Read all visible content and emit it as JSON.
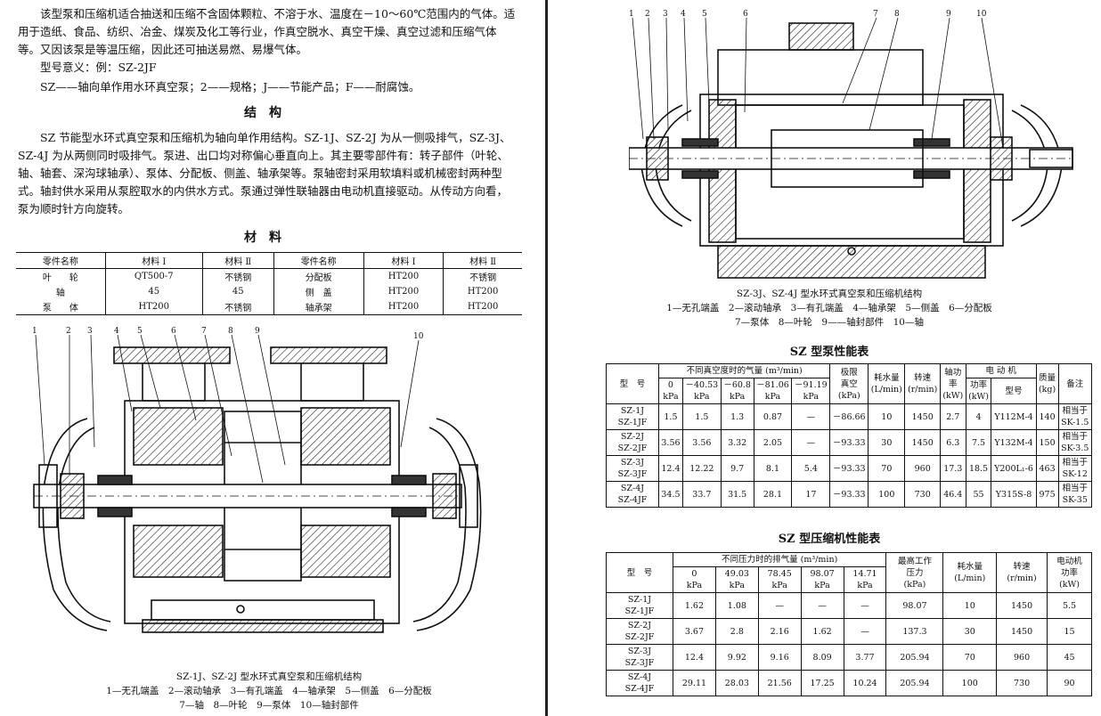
{
  "left": {
    "intro_para": "该型泵和压缩机适合抽送和压缩不含固体颗粒、不溶于水、温度在－10～60℃范围内的气体。适用于造纸、食品、纺织、冶金、煤炭及化工等行业，作真空脱水、真空干燥、真空过滤和压缩气体等。又因该泵是等温压缩，因此还可抽送易燃、易爆气体。",
    "model_example": "型号意义：例：SZ-2JF",
    "model_meaning": "SZ——轴向单作用水环真空泵；2——规格；J——节能产品；F——耐腐蚀。",
    "structure_heading": "结构",
    "structure_para": "SZ 节能型水环式真空泵和压缩机为轴向单作用结构。SZ-1J、SZ-2J 为从一侧吸排气，SZ-3J、SZ-4J 为从两侧同时吸排气。泵进、出口均对称偏心垂直向上。其主要零部件有：转子部件（叶轮、轴、轴套、深沟球轴承）、泵体、分配板、侧盖、轴承架等。泵轴密封采用软填料或机械密封两种型式。轴封供水采用从泵腔取水的内供水方式。泵通过弹性联轴器由电动机直接驱动。从传动方向看，泵为顺时针方向旋转。",
    "materials_heading": "材料",
    "materials_table": {
      "headers": [
        "零件名称",
        "材料 I",
        "材料 Ⅱ",
        "零件名称",
        "材料 I",
        "材料 Ⅱ"
      ],
      "rows": [
        [
          "叶　　轮",
          "QT500-7",
          "不锈钢",
          "分配板",
          "HT200",
          "不锈钢"
        ],
        [
          "轴",
          "45",
          "45",
          "侧　盖",
          "HT200",
          "HT200"
        ],
        [
          "泵　　体",
          "HT200",
          "不锈钢",
          "轴承架",
          "HT200",
          "HT200"
        ]
      ]
    },
    "figure": {
      "labels": [
        "1",
        "2",
        "3",
        "4",
        "5",
        "6",
        "7",
        "8",
        "9",
        "10"
      ],
      "caption_title": "SZ-1J、SZ-2J 型水环式真空泵和压缩机结构",
      "legend_line1": "1—无孔端盖　2—滚动轴承　3—有孔端盖　4—轴承架　5—侧盖　6—分配板",
      "legend_line2": "7—轴　8—叶轮　9—泵体　10—轴封部件"
    }
  },
  "right": {
    "figure": {
      "labels": [
        "1",
        "2",
        "3",
        "4",
        "5",
        "6",
        "7",
        "8",
        "9",
        "10"
      ],
      "caption_title": "SZ-3J、SZ-4J 型水环式真空泵和压缩机结构",
      "legend_line1": "1—无孔端盖　2—滚动轴承　3—有孔端盖　4—轴承架　5—侧盖　6—分配板",
      "legend_line2": "7—泵体　8—叶轮　9——轴封部件　10—轴"
    },
    "pump_table": {
      "title": "SZ 型泵性能表",
      "h_model": "型　号",
      "h_group": "不同真空度时的气量 (m³/min)",
      "vac_top": [
        "0",
        "－40.53",
        "－60.8",
        "－81.06",
        "－91.19"
      ],
      "vac_bot": [
        "kPa",
        "kPa",
        "kPa",
        "kPa",
        "kPa"
      ],
      "h_limit": [
        "极限",
        "真空",
        "(kPa)"
      ],
      "h_water": [
        "耗水量",
        "(L/min)"
      ],
      "h_speed": [
        "转速",
        "(r/min)"
      ],
      "h_shaft": [
        "轴功",
        "率",
        "(kW)"
      ],
      "h_motor": "电 动 机",
      "h_motor_power": [
        "功率",
        "(kW)"
      ],
      "h_motor_type": "型号",
      "h_mass": [
        "质量",
        "(kg)"
      ],
      "h_note": "备注",
      "rows": [
        {
          "model": [
            "SZ-1J",
            "SZ-1JF"
          ],
          "vals": [
            "1.5",
            "1.5",
            "1.3",
            "0.87",
            "—"
          ],
          "limit": "－86.66",
          "water": "10",
          "speed": "1450",
          "shaft": "2.7",
          "mp": "4",
          "mt": "Y112M-4",
          "mass": "140",
          "note": [
            "相当于",
            "SK-1.5"
          ]
        },
        {
          "model": [
            "SZ-2J",
            "SZ-2JF"
          ],
          "vals": [
            "3.56",
            "3.56",
            "3.32",
            "2.05",
            "—"
          ],
          "limit": "－93.33",
          "water": "30",
          "speed": "1450",
          "shaft": "6.3",
          "mp": "7.5",
          "mt": "Y132M-4",
          "mass": "150",
          "note": [
            "相当于",
            "SK-3.5"
          ]
        },
        {
          "model": [
            "SZ-3J",
            "SZ-3JF"
          ],
          "vals": [
            "12.4",
            "12.22",
            "9.7",
            "8.1",
            "5.4"
          ],
          "limit": "－93.33",
          "water": "70",
          "speed": "960",
          "shaft": "17.3",
          "mp": "18.5",
          "mt": "Y200L₁-6",
          "mass": "463",
          "note": [
            "相当于",
            "SK-12"
          ]
        },
        {
          "model": [
            "SZ-4J",
            "SZ-4JF"
          ],
          "vals": [
            "34.5",
            "33.7",
            "31.5",
            "28.1",
            "17"
          ],
          "limit": "－93.33",
          "water": "100",
          "speed": "730",
          "shaft": "46.4",
          "mp": "55",
          "mt": "Y315S-8",
          "mass": "975",
          "note": [
            "相当于",
            "SK-35"
          ]
        }
      ]
    },
    "comp_table": {
      "title": "SZ 型压缩机性能表",
      "h_model": "型　号",
      "h_group": "不同压力时的排气量 (m³/min)",
      "p_top": [
        "0",
        "49.03",
        "78.45",
        "98.07",
        "14.71"
      ],
      "p_bot": [
        "kPa",
        "kPa",
        "kPa",
        "kPa",
        "kPa"
      ],
      "h_max": [
        "最高工作",
        "压力",
        "(kPa)"
      ],
      "h_water": [
        "耗水量",
        "(L/min)"
      ],
      "h_speed": [
        "转速",
        "(r/min)"
      ],
      "h_power": [
        "电动机",
        "功率",
        "(kW)"
      ],
      "rows": [
        {
          "model": [
            "SZ-1J",
            "SZ-1JF"
          ],
          "vals": [
            "1.62",
            "1.08",
            "—",
            "—",
            "—"
          ],
          "max": "98.07",
          "water": "10",
          "speed": "1450",
          "power": "5.5"
        },
        {
          "model": [
            "SZ-2J",
            "SZ-2JF"
          ],
          "vals": [
            "3.67",
            "2.8",
            "2.16",
            "1.62",
            "—"
          ],
          "max": "137.3",
          "water": "30",
          "speed": "1450",
          "power": "15"
        },
        {
          "model": [
            "SZ-3J",
            "SZ-3JF"
          ],
          "vals": [
            "12.4",
            "9.92",
            "9.16",
            "8.09",
            "3.77"
          ],
          "max": "205.94",
          "water": "70",
          "speed": "960",
          "power": "45"
        },
        {
          "model": [
            "SZ-4J",
            "SZ-4JF"
          ],
          "vals": [
            "29.11",
            "28.03",
            "21.56",
            "17.25",
            "10.24"
          ],
          "max": "205.94",
          "water": "100",
          "speed": "730",
          "power": "90"
        }
      ]
    }
  }
}
